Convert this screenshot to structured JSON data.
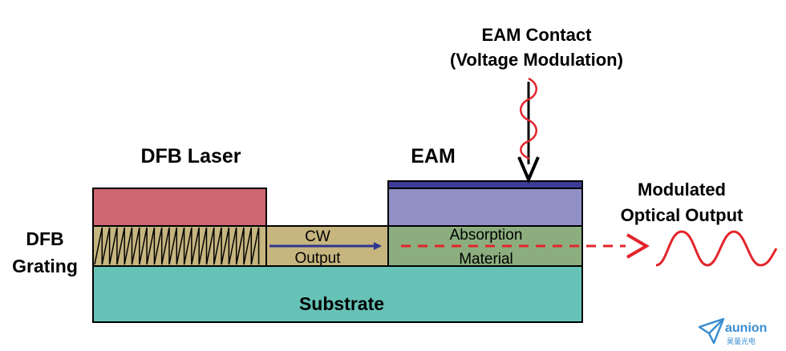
{
  "labels": {
    "eam_contact_line1": "EAM Contact",
    "eam_contact_line2": "(Voltage Modulation)",
    "dfb_laser": "DFB Laser",
    "eam": "EAM",
    "modulated_line1": "Modulated",
    "modulated_line2": "Optical Output",
    "dfb_grating_line1": "DFB",
    "dfb_grating_line2": "Grating",
    "cw_line1": "CW",
    "cw_line2": "Output",
    "absorption_line1": "Absorption",
    "absorption_line2": "Material",
    "substrate": "Substrate",
    "logo_text": "aunion",
    "logo_subtext": "昊量光电"
  },
  "colors": {
    "laser_top": "#cd6671",
    "grating_fill": "#c6b57f",
    "waveguide": "#c6b57f",
    "eam_top": "#9190c6",
    "eam_contact": "#3d3d99",
    "absorption": "#8cae7e",
    "substrate": "#66c2b7",
    "cw_arrow": "#2f3592",
    "red_signal": "#e3242b",
    "logo": "#3b8ed1"
  }
}
